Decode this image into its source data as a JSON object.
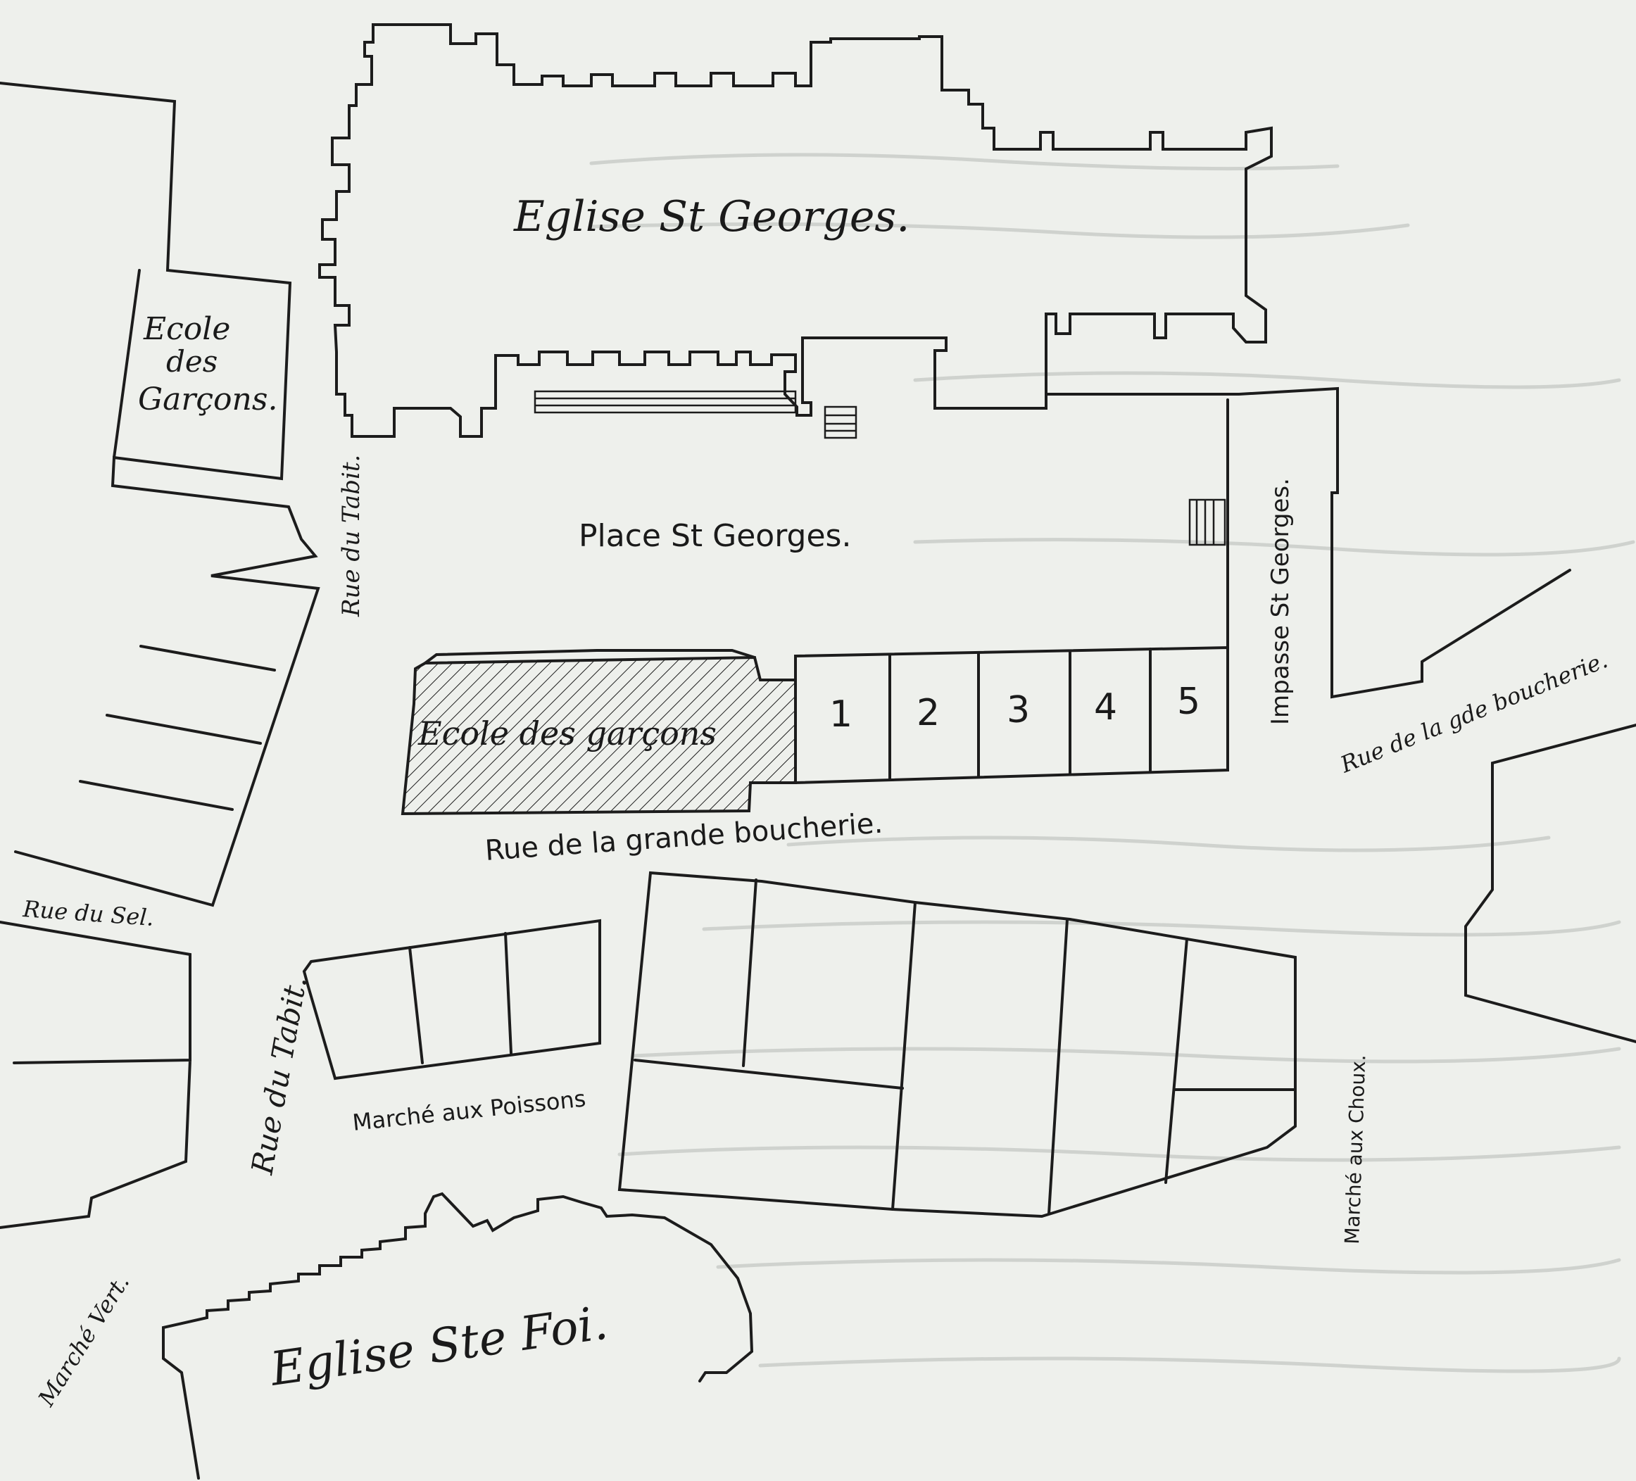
{
  "map": {
    "buildings": {
      "eglise_st_georges": "Eglise St Georges.",
      "ecole_garcons_1": [
        "Ecole",
        "des",
        "Garçons."
      ],
      "ecole_garcons_2": "Ecole des garçons",
      "eglise_ste_foi": "Eglise Ste Foi."
    },
    "places": {
      "place_st_georges": "Place St Georges.",
      "marche_poissons": "Marché aux Poissons",
      "marche_vert": "Marché Vert.",
      "marche_choux": "Marché aux Choux."
    },
    "streets": {
      "rue_du_tabit_1": "Rue du Tabit.",
      "rue_du_tabit_2": "Rue du Tabit.",
      "rue_du_sel": "Rue du Sel.",
      "rue_grande_boucherie": "Rue de la grande boucherie.",
      "impasse_st_georges": "Impasse St Georges.",
      "rue_gde_boucherie": "Rue de la gde boucherie."
    },
    "stalls": [
      "1",
      "2",
      "3",
      "4",
      "5"
    ]
  }
}
